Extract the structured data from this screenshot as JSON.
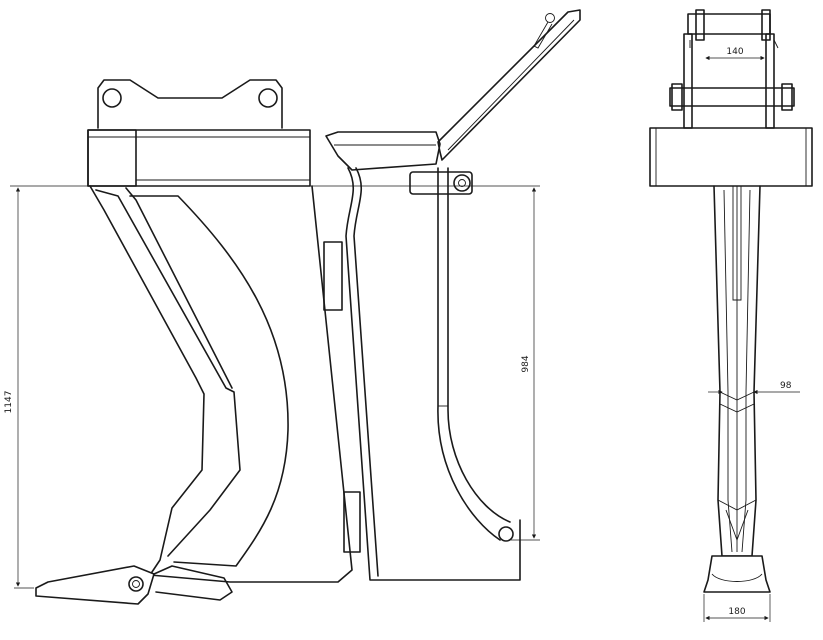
{
  "drawing": {
    "dimensions": {
      "overall_height": "1147",
      "shank_height": "984",
      "top_width": "140",
      "shank_width": "98",
      "foot_width": "180"
    }
  }
}
